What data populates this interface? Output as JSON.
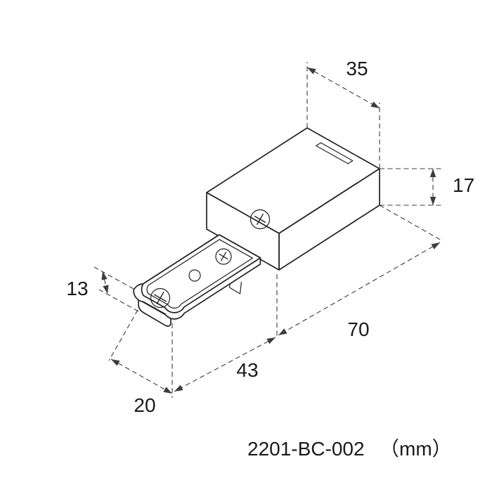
{
  "drawing": {
    "part_number": "2201-BC-002",
    "units_label": "（mm）",
    "dimensions": {
      "top_width_mm": "35",
      "body_height_mm": "17",
      "tip_height_mm": "13",
      "body_length_mm": "70",
      "tongue_length_mm": "43",
      "tongue_width_mm": "20"
    },
    "colors": {
      "background": "#ffffff",
      "part_line": "#222222",
      "dimension_line": "#3d3d3d",
      "text": "#1a1a1a"
    }
  }
}
